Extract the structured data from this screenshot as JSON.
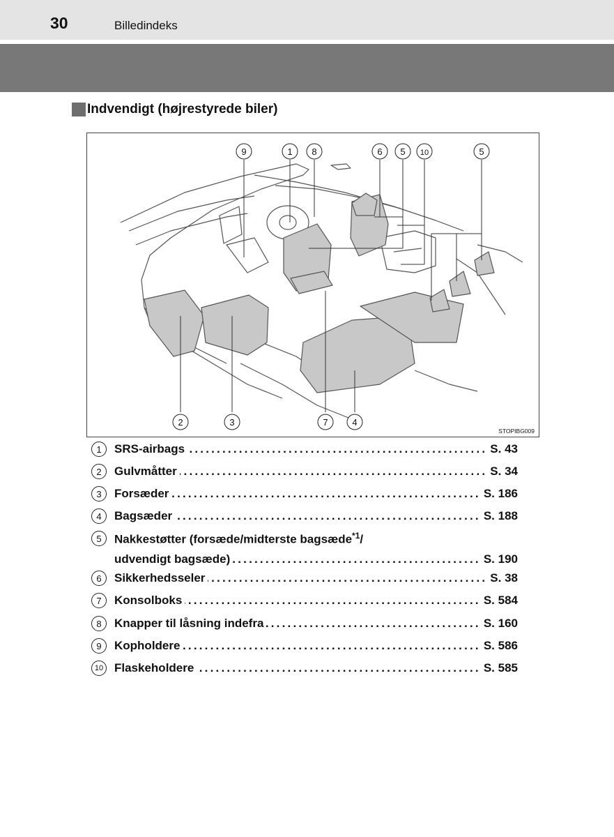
{
  "header": {
    "page_number": "30",
    "section": "Billedindeks"
  },
  "heading": "Indvendigt (højrestyrede biler)",
  "figure": {
    "code": "STOPIBG009",
    "callouts_top": [
      "9",
      "1",
      "8",
      "6",
      "5",
      "10",
      "5"
    ],
    "callouts_bottom": [
      "2",
      "3",
      "7",
      "4"
    ]
  },
  "legend": [
    {
      "num": "1",
      "label": "SRS-airbags",
      "page": "S. 43"
    },
    {
      "num": "2",
      "label": "Gulvmåtter",
      "page": "S. 34"
    },
    {
      "num": "3",
      "label": "Forsæder",
      "page": "S. 186"
    },
    {
      "num": "4",
      "label": "Bagsæder",
      "page": "S. 188"
    },
    {
      "num": "5",
      "label": "Nakkestøtter (forsæde/midterste bagsæde",
      "sup": "*1",
      "label_tail": "/",
      "label2": "udvendigt bagsæde)",
      "page": "S. 190"
    },
    {
      "num": "6",
      "label": "Sikkerhedsseler",
      "page": "S. 38"
    },
    {
      "num": "7",
      "label": "Konsolboks",
      "page": "S. 584"
    },
    {
      "num": "8",
      "label": "Knapper til låsning indefra",
      "page": "S. 160"
    },
    {
      "num": "9",
      "label": "Kopholdere",
      "page": "S. 586"
    },
    {
      "num": "10",
      "label": "Flaskeholdere",
      "page": "S. 585"
    }
  ],
  "colors": {
    "header_bg": "#e4e4e4",
    "band": "#787878",
    "seat_fill": "#c8c8c8"
  }
}
